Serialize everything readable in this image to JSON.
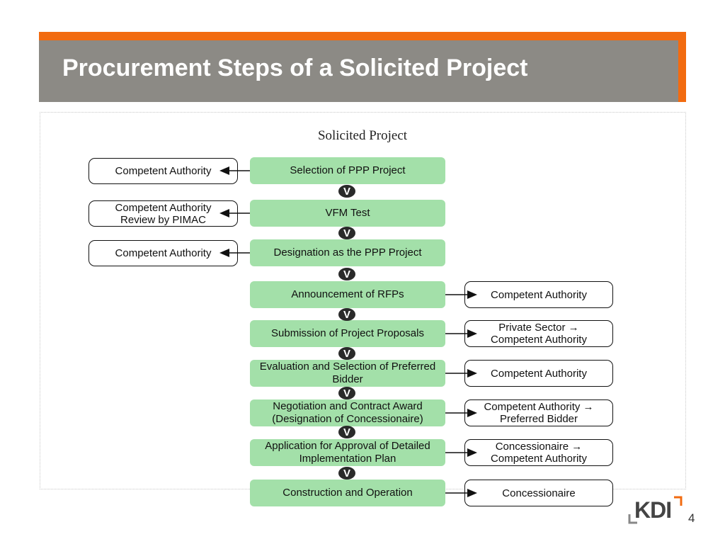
{
  "slide": {
    "title": "Procurement Steps of a Solicited Project",
    "subtitle": "Solicited Project",
    "page_number": "4",
    "logo_text": "KDI"
  },
  "colors": {
    "header_orange": "#f26b10",
    "header_gray": "#8c8a85",
    "step_fill": "#a3e0a9",
    "badge_fill": "#2a2a2a"
  },
  "connector_badge": "V",
  "steps": [
    {
      "label": "Selection of PPP Project",
      "side_direction": "left",
      "side_lines": [
        "Competent Authority"
      ]
    },
    {
      "label": "VFM Test",
      "side_direction": "left",
      "side_lines": [
        "Competent Authority",
        "Review by PIMAC"
      ]
    },
    {
      "label": "Designation as the PPP Project",
      "side_direction": "left",
      "side_lines": [
        "Competent Authority"
      ]
    },
    {
      "label": "Announcement of RFPs",
      "side_direction": "right",
      "side_lines": [
        "Competent Authority"
      ]
    },
    {
      "label": "Submission of Project Proposals",
      "side_direction": "right",
      "side_lines": [
        "Private Sector →",
        "Competent Authority"
      ]
    },
    {
      "label": "Evaluation and Selection of Preferred Bidder",
      "side_direction": "right",
      "side_lines": [
        "Competent Authority"
      ]
    },
    {
      "label": "Negotiation and Contract Award (Designation of Concessionaire)",
      "side_direction": "right",
      "side_lines": [
        "Competent Authority →",
        "Preferred Bidder"
      ]
    },
    {
      "label": "Application for Approval of Detailed Implementation Plan",
      "side_direction": "right",
      "side_lines": [
        "Concessionaire →",
        "Competent Authority"
      ]
    },
    {
      "label": "Construction and Operation",
      "side_direction": "right",
      "side_lines": [
        "Concessionaire"
      ]
    }
  ]
}
